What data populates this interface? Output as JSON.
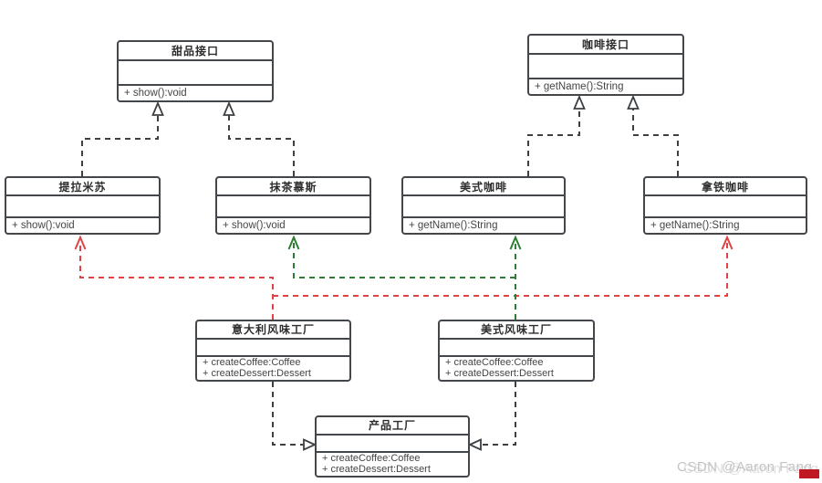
{
  "diagram": {
    "classes": {
      "dessert_interface": {
        "title": "甜品接口",
        "methods": [
          "+ show():void"
        ]
      },
      "coffee_interface": {
        "title": "咖啡接口",
        "methods": [
          "+ getName():String"
        ]
      },
      "tiramisu": {
        "title": "提拉米苏",
        "methods": [
          "+ show():void"
        ]
      },
      "matcha_mousse": {
        "title": "抹茶慕斯",
        "methods": [
          "+ show():void"
        ]
      },
      "american_coffee": {
        "title": "美式咖啡",
        "methods": [
          "+ getName():String"
        ]
      },
      "latte_coffee": {
        "title": "拿铁咖啡",
        "methods": [
          "+ getName():String"
        ]
      },
      "italian_factory": {
        "title": "意大利风味工厂",
        "methods": [
          "+ createCoffee:Coffee",
          "+ createDessert:Dessert"
        ]
      },
      "american_factory": {
        "title": "美式风味工厂",
        "methods": [
          "+ createCoffee:Coffee",
          "+ createDessert:Dessert"
        ]
      },
      "product_factory": {
        "title": "产品工厂",
        "methods": [
          "+ createCoffee:Coffee",
          "+ createDessert:Dessert"
        ]
      }
    },
    "relations": [
      {
        "from": "提拉米苏",
        "to": "甜品接口",
        "type": "realization",
        "color": "#3d4043"
      },
      {
        "from": "抹茶慕斯",
        "to": "甜品接口",
        "type": "realization",
        "color": "#3d4043"
      },
      {
        "from": "美式咖啡",
        "to": "咖啡接口",
        "type": "realization",
        "color": "#3d4043"
      },
      {
        "from": "拿铁咖啡",
        "to": "咖啡接口",
        "type": "realization",
        "color": "#3d4043"
      },
      {
        "from": "意大利风味工厂",
        "to": "产品工厂",
        "type": "realization",
        "color": "#3d4043"
      },
      {
        "from": "美式风味工厂",
        "to": "产品工厂",
        "type": "realization",
        "color": "#3d4043"
      },
      {
        "from": "意大利风味工厂",
        "to": "提拉米苏",
        "type": "dependency",
        "color": "#e04343"
      },
      {
        "from": "意大利风味工厂",
        "to": "拿铁咖啡",
        "type": "dependency",
        "color": "#e04343"
      },
      {
        "from": "美式风味工厂",
        "to": "抹茶慕斯",
        "type": "dependency",
        "color": "#2e7d32"
      },
      {
        "from": "美式风味工厂",
        "to": "美式咖啡",
        "type": "dependency",
        "color": "#2e7d32"
      }
    ],
    "colors": {
      "box_border": "#43464a",
      "realization_line": "#3d4043",
      "italian_dependency": "#e04343",
      "american_dependency": "#2e7d32",
      "watermark": "#c4c4c4",
      "corner_mark": "#c01823"
    },
    "watermark": "CSDN @Aaron Fang"
  }
}
